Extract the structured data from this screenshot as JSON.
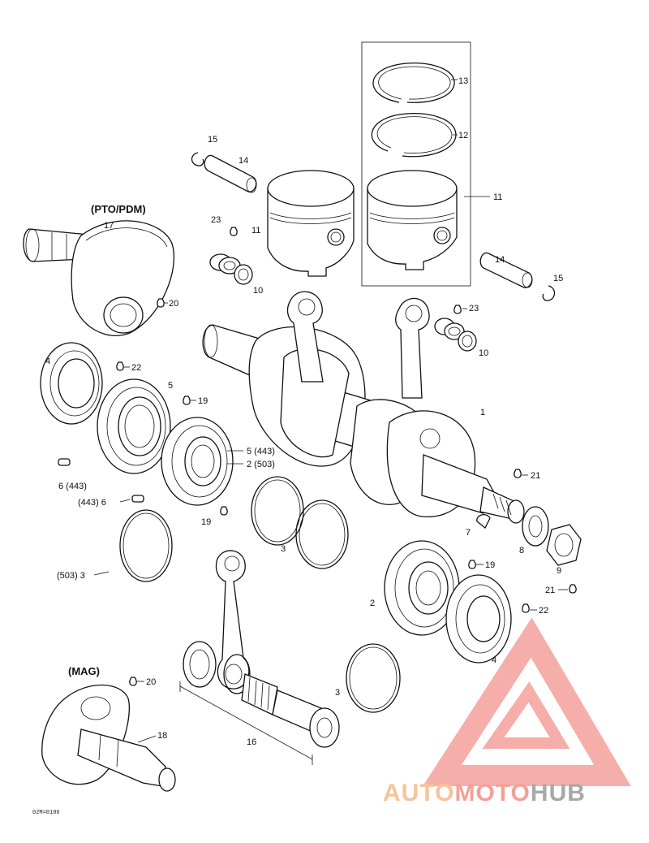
{
  "headings": {
    "pto": "(PTO/PDM)",
    "mag": "(MAG)"
  },
  "labels": {
    "ring_top": "13",
    "ring_second": "12",
    "piston_kit": "11",
    "piston_left": "11",
    "pin_clip_left": "15",
    "pin_left": "14",
    "grease_23_left": "23",
    "bearing_10_left": "10",
    "pin_right": "14",
    "clip_right": "15",
    "grease_23_right": "23",
    "bearing_10_right": "10",
    "crank_pto": "17",
    "sealant_20_top": "20",
    "seal_4_left": "4",
    "grease_22_left": "22",
    "bearing_5": "5",
    "loctite_19_a": "19",
    "crankshaft": "1",
    "bearing_5_443": "5 (443)",
    "bearing_2_503": "2 (503)",
    "dowel_6_a": "6 (443)",
    "dowel_6_b": "(443) 6",
    "loctite_19_b": "19",
    "sealant_21_a": "21",
    "oring_503": "(503) 3",
    "oring_3_mid": "3",
    "woodruff_key": "7",
    "washer_8": "8",
    "nut_9": "9",
    "sealant_21_b": "21",
    "loctite_19_c": "19",
    "bearing_2_right": "2",
    "grease_22_right": "22",
    "seal_4_right": "4",
    "oring_3_low": "3",
    "conrod_kit": "16",
    "sealant_20_bottom": "20",
    "crank_mag": "18"
  },
  "drawing_code": "02M=0106",
  "watermark": {
    "part1": "AUTO",
    "part2": "MOTO",
    "part3": "HUB",
    "color1": "#f5c49a",
    "color2": "#f4a09a",
    "color3": "#a8a8a8",
    "logo_color": "#f5a09c"
  }
}
